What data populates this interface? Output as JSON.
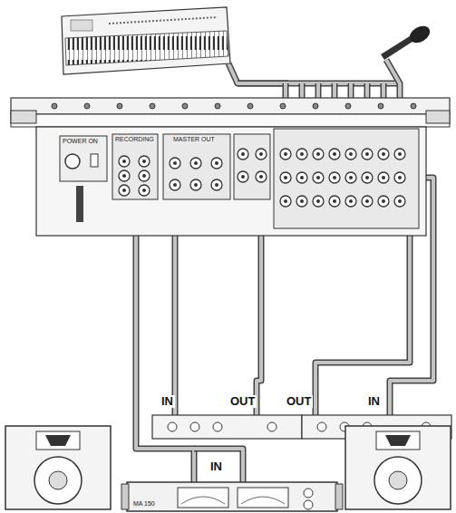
{
  "diagram": {
    "labels": [
      "IN",
      "OUT",
      "OUT",
      "IN",
      "IN",
      "POWER ON",
      "RECORDING",
      "MASTER OUT",
      "MA 150"
    ]
  }
}
